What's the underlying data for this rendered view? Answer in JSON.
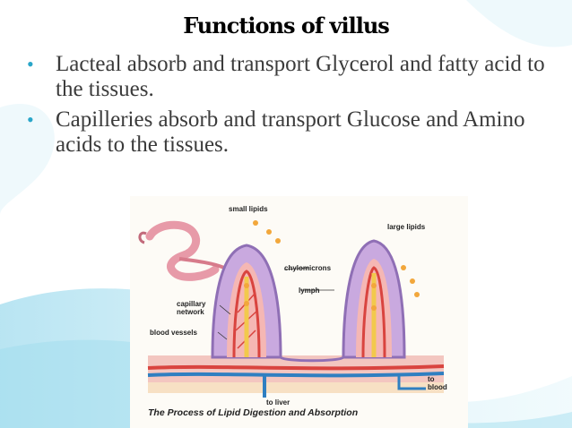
{
  "slide": {
    "title": "Functions of villus",
    "bullets": [
      "Lacteal absorb and transport Glycerol and fatty acid to the tissues.",
      "Capilleries absorb and transport Glucose and Amino acids to the tissues."
    ]
  },
  "figure": {
    "labels": {
      "small_lipids": "small lipids",
      "large_lipids": "large lipids",
      "chylomicrons": "chylomicrons",
      "lymph": "lymph",
      "capillary": "capillary",
      "network": "network",
      "blood_vessels": "blood vessels",
      "to": "to",
      "blood": "blood",
      "to_liver": "to liver"
    },
    "caption": "The Process of Lipid Digestion and Absorption"
  },
  "colors": {
    "bullet": "#2aa6c9",
    "text": "#3b3b3b",
    "wave": "#8fd3ea"
  }
}
